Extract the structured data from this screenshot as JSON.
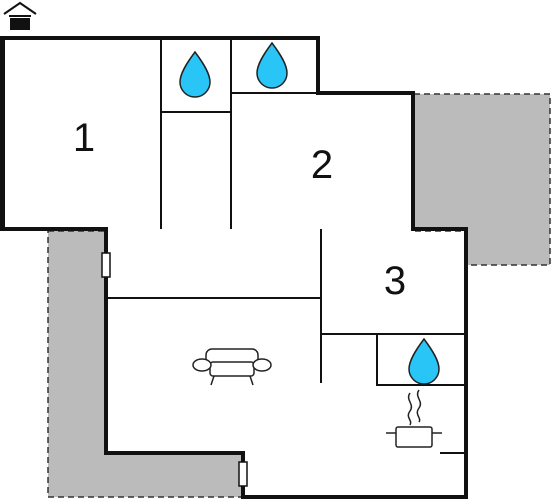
{
  "diagram": {
    "type": "floor-plan",
    "rooms": [
      {
        "label": "1",
        "kind": "bedroom"
      },
      {
        "label": "2",
        "kind": "bedroom"
      },
      {
        "label": "3",
        "kind": "bedroom"
      }
    ],
    "icons": [
      {
        "name": "house-icon"
      },
      {
        "name": "water-drop-icon",
        "room": "bathroom-left"
      },
      {
        "name": "water-drop-icon",
        "room": "bathroom-right"
      },
      {
        "name": "water-drop-icon",
        "room": "utility"
      },
      {
        "name": "sofa-icon",
        "room": "living-room"
      },
      {
        "name": "cooking-pot-icon",
        "room": "kitchen"
      }
    ],
    "colors": {
      "wall": "#111111",
      "terrace": "#bbbbbb",
      "water": "#29c5f6",
      "background": "#ffffff"
    }
  }
}
